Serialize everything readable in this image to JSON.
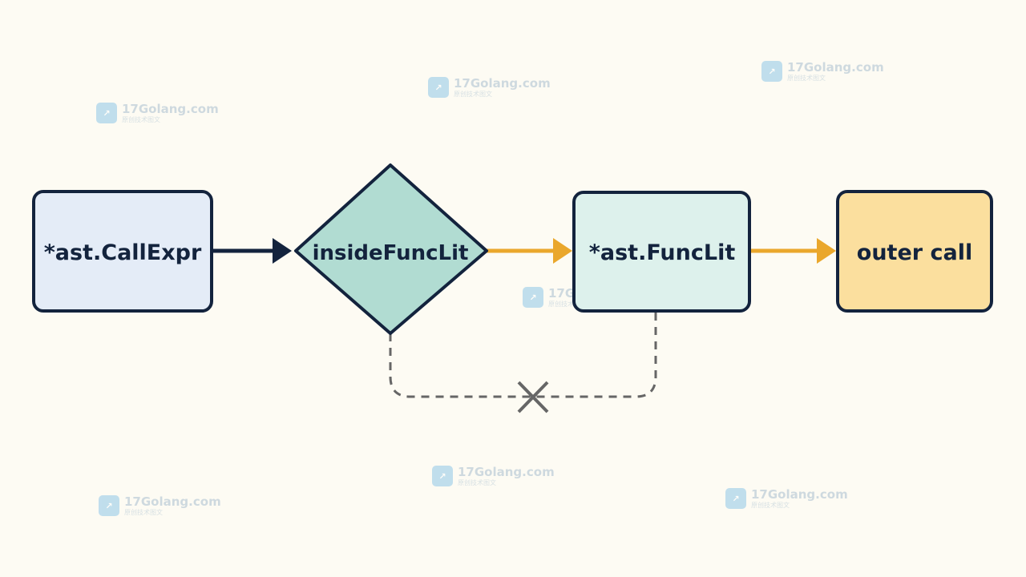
{
  "diagram": {
    "nodes": {
      "call_expr": {
        "label": "*ast.CallExpr",
        "fill": "#e4ecf7"
      },
      "inside_func_lit": {
        "label": "insideFuncLit",
        "fill": "#b1dcd2"
      },
      "func_lit": {
        "label": "*ast.FuncLit",
        "fill": "#ddf1ec"
      },
      "outer_call": {
        "label": "outer call",
        "fill": "#fbdf9e"
      }
    },
    "edges": [
      {
        "from": "*ast.CallExpr",
        "to": "insideFuncLit",
        "color": "#13233d",
        "style": "solid"
      },
      {
        "from": "insideFuncLit",
        "to": "*ast.FuncLit",
        "color": "#eaa72c",
        "style": "solid"
      },
      {
        "from": "*ast.FuncLit",
        "to": "outer call",
        "color": "#eaa72c",
        "style": "solid"
      },
      {
        "from": "*ast.FuncLit",
        "to": "insideFuncLit",
        "color": "#666666",
        "style": "dashed",
        "blocked": true
      }
    ],
    "colors": {
      "border": "#13233d",
      "dashed": "#666666",
      "accent": "#eaa72c",
      "background": "#fdfbf3"
    }
  },
  "watermark": {
    "site": "17Golang.com",
    "sub": "原创技术图文",
    "logo_icon": "chart-logo-icon"
  }
}
